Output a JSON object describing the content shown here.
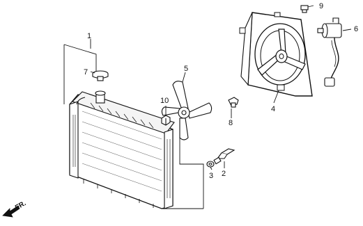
{
  "callouts": {
    "c1": "1",
    "c2": "2",
    "c3": "3",
    "c4": "4",
    "c5": "5",
    "c6": "6",
    "c7": "7",
    "c8": "8",
    "c9": "9",
    "c10": "10"
  },
  "front_label": "FR.",
  "colors": {
    "line": "#111111",
    "background": "#ffffff"
  }
}
